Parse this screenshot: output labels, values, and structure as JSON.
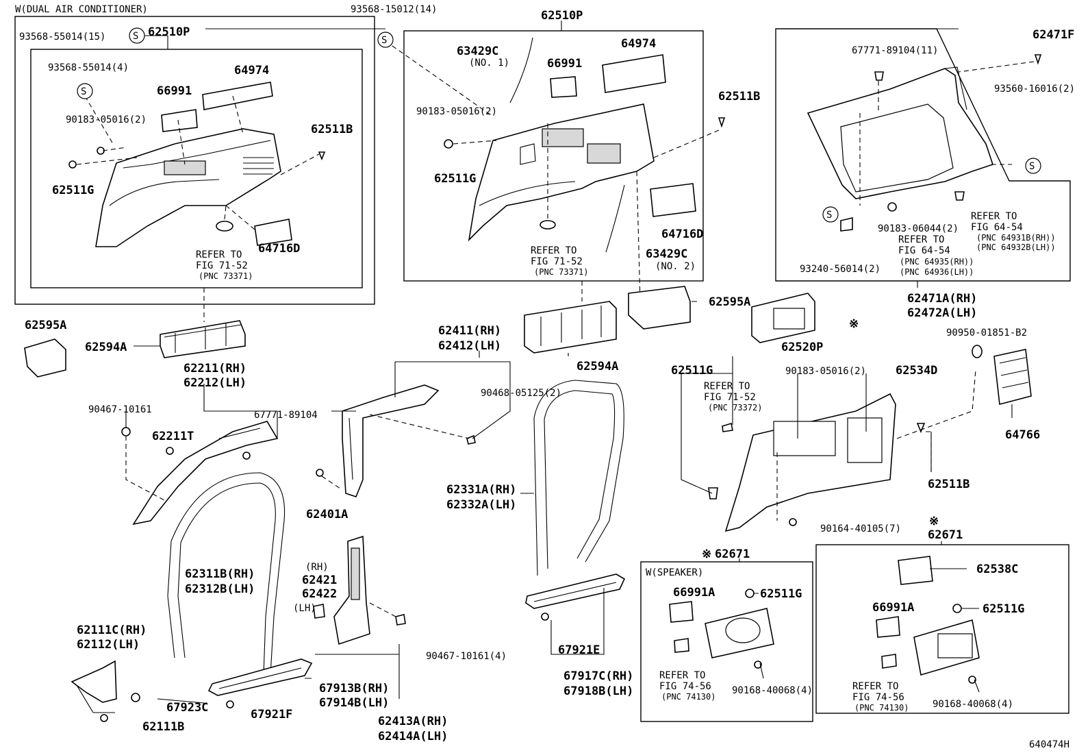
{
  "labels": {
    "dual_ac": "W(DUAL AIR CONDITIONER)",
    "p93568_55014_15": "93568-55014(15)",
    "p62510P_a": "62510P",
    "p93568_55014_4": "93568-55014(4)",
    "p64974_a": "64974",
    "p66991_a": "66991",
    "p90183_05016_a": "90183-05016(2)",
    "p62511B_a": "62511B",
    "p62511G_a": "62511G",
    "p64716D_a": "64716D",
    "refer_a": "REFER TO",
    "fig_a": "FIG 71-52",
    "pnc_a": "(PNC 73371)",
    "p93568_15012": "93568-15012(14)",
    "p62510P_b": "62510P",
    "p63429C_1": "63429C",
    "no1": "(NO. 1)",
    "p66991_b": "66991",
    "p64974_b": "64974",
    "p62511B_b": "62511B",
    "p90183_05016_b": "90183-05016(2)",
    "p62511G_b": "62511G",
    "p64716D_b": "64716D",
    "refer_b": "REFER TO",
    "fig_b": "FIG 71-52",
    "pnc_b": "(PNC 73371)",
    "p63429C_2": "63429C",
    "no2": "(NO. 2)",
    "p62471F": "62471F",
    "p67771_89104_11": "67771-89104(11)",
    "p93560_16016": "93560-16016(2)",
    "refer_c": "REFER TO",
    "fig_c": "FIG 64-54",
    "pnc_c1": "(PNC 64931B(RH))",
    "pnc_c2": "(PNC 64932B(LH))",
    "p90183_06044": "90183-06044(2)",
    "refer_d": "REFER TO",
    "fig_d": "FIG 64-54",
    "p93240_56014": "93240-56014(2)",
    "pnc_d1": "(PNC 64935(RH))",
    "pnc_d2": "(PNC 64936(LH))",
    "p62471A": "62471A(RH)",
    "p62472A": "62472A(LH)",
    "p62595A_a": "62595A",
    "p62594A_a": "62594A",
    "p62594A_b": "62594A",
    "p62595A_b": "62595A",
    "p62520P": "62520P",
    "note_mark": "※",
    "p90950": "90950-01851-B2",
    "p62211": "62211(RH)",
    "p62212": "62212(LH)",
    "p90467_10161": "90467-10161",
    "p62211T": "62211T",
    "p67771_89104": "67771-89104",
    "p62411": "62411(RH)",
    "p62412": "62412(LH)",
    "p90468_05125": "90468-05125(2)",
    "p62401A": "62401A",
    "p62511G_c": "62511G",
    "p90183_05016_c": "90183-05016(2)",
    "p62534D": "62534D",
    "refer_e": "REFER TO",
    "fig_e": "FIG 71-52",
    "pnc_e": "(PNC 73372)",
    "p64766": "64766",
    "p62511B_c": "62511B",
    "p62331A": "62331A(RH)",
    "p62332A": "62332A(LH)",
    "p90164_40105": "90164-40105(7)",
    "p62671_a": "62671",
    "p62671_b": "62671",
    "note_a": "※",
    "note_b": "※",
    "p62311B": "62311B(RH)",
    "p62312B": "62312B(LH)",
    "rh": "(RH)",
    "p62421": "62421",
    "p62422": "62422",
    "lh": "(LH)",
    "p62111C": "62111C(RH)",
    "p62112": "62112(LH)",
    "p67923C": "67923C",
    "p62111B": "62111B",
    "p67921F": "67921F",
    "p67913B": "67913B(RH)",
    "p67914B": "67914B(LH)",
    "p90467_10161_4": "90467-10161(4)",
    "p62413A": "62413A(RH)",
    "p62414A": "62414A(LH)",
    "p67921E": "67921E",
    "p67917C": "67917C(RH)",
    "p67918B": "67918B(LH)",
    "speaker": "W(SPEAKER)",
    "p66991A_a": "66991A",
    "p62511G_d": "62511G",
    "refer_f": "REFER TO",
    "fig_f": "FIG 74-56",
    "pnc_f": "(PNC 74130)",
    "p90168_40068_a": "90168-40068(4)",
    "p62538C": "62538C",
    "p66991A_b": "66991A",
    "p62511G_e": "62511G",
    "refer_g": "REFER TO",
    "fig_g": "FIG 74-56",
    "pnc_g": "(PNC 74130)",
    "p90168_40068_b": "90168-40068(4)",
    "screw_symbol": "S",
    "figure_id": "640474H"
  }
}
